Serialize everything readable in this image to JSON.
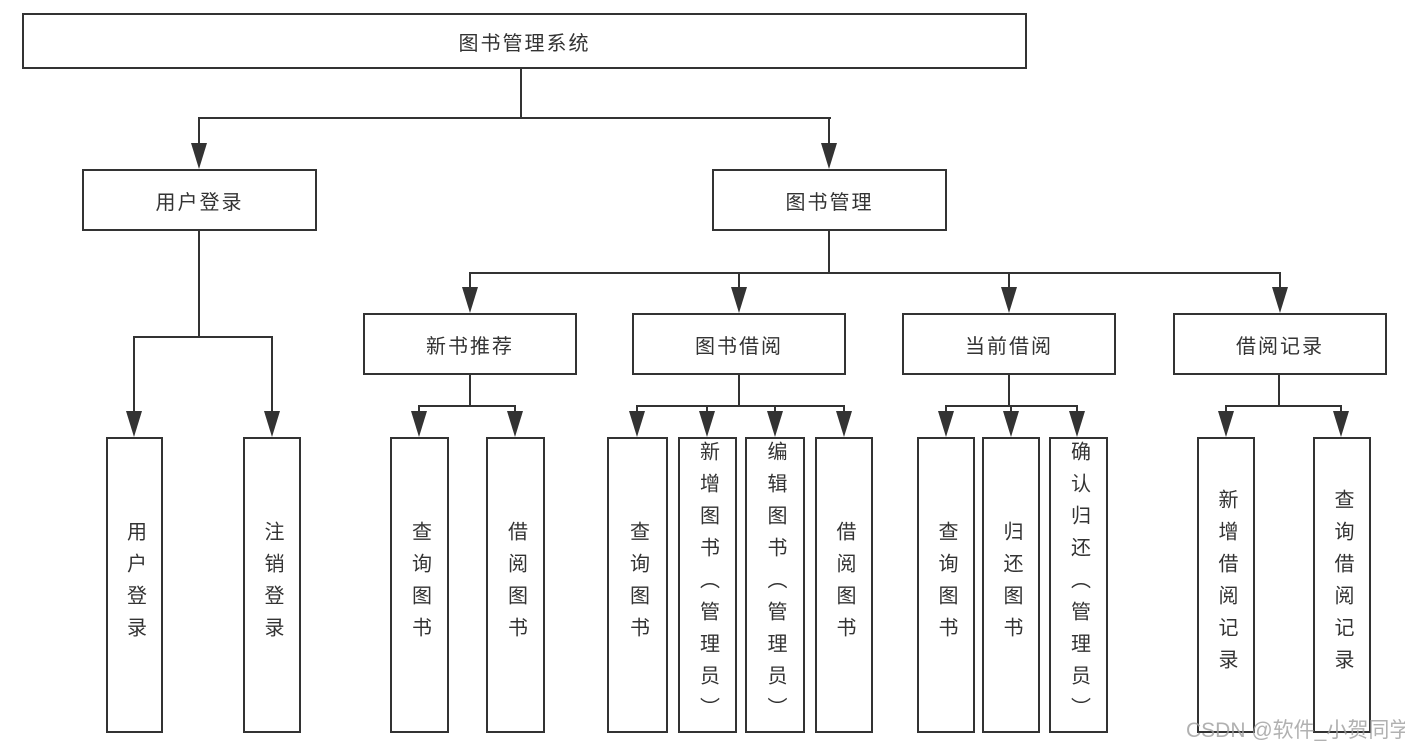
{
  "diagram": {
    "type": "hierarchy-tree",
    "tree": {
      "label": "图书管理系统",
      "children": [
        {
          "label": "用户登录",
          "children": [
            {
              "label": "用户登录"
            },
            {
              "label": "注销登录"
            }
          ]
        },
        {
          "label": "图书管理",
          "children": [
            {
              "label": "新书推荐",
              "children": [
                {
                  "label": "查询图书"
                },
                {
                  "label": "借阅图书"
                }
              ]
            },
            {
              "label": "图书借阅",
              "children": [
                {
                  "label": "查询图书"
                },
                {
                  "label": "新增图书（管理员）"
                },
                {
                  "label": "编辑图书（管理员）"
                },
                {
                  "label": "借阅图书"
                }
              ]
            },
            {
              "label": "当前借阅",
              "children": [
                {
                  "label": "查询图书"
                },
                {
                  "label": "归还图书"
                },
                {
                  "label": "确认归还（管理员）"
                }
              ]
            },
            {
              "label": "借阅记录",
              "children": [
                {
                  "label": "新增借阅记录"
                },
                {
                  "label": "查询借阅记录"
                }
              ]
            }
          ]
        }
      ]
    }
  },
  "watermark": {
    "text": "CSDN @软件_小贺同学"
  },
  "colors": {
    "line": "#333333",
    "box_background": "#ffffff",
    "page_background": "#ffffff",
    "watermark": "#9e9e9e"
  }
}
